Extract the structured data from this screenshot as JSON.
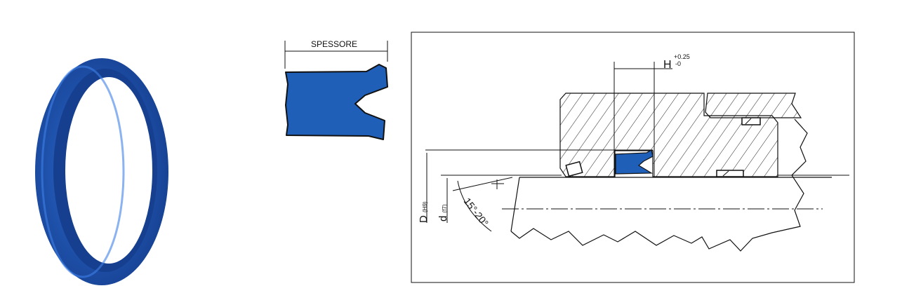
{
  "labels": {
    "thickness": "SPESSORE",
    "height": "H",
    "height_tol_upper": "+0.25",
    "height_tol_lower": "-0",
    "bore": "D",
    "bore_tol": "(H9)",
    "rod": "d",
    "rod_tol": "(f7)",
    "angle": "15°-20°"
  },
  "colors": {
    "seal_blue": "#1f5fb8",
    "seal_dark": "#123e86",
    "line": "#111111"
  }
}
